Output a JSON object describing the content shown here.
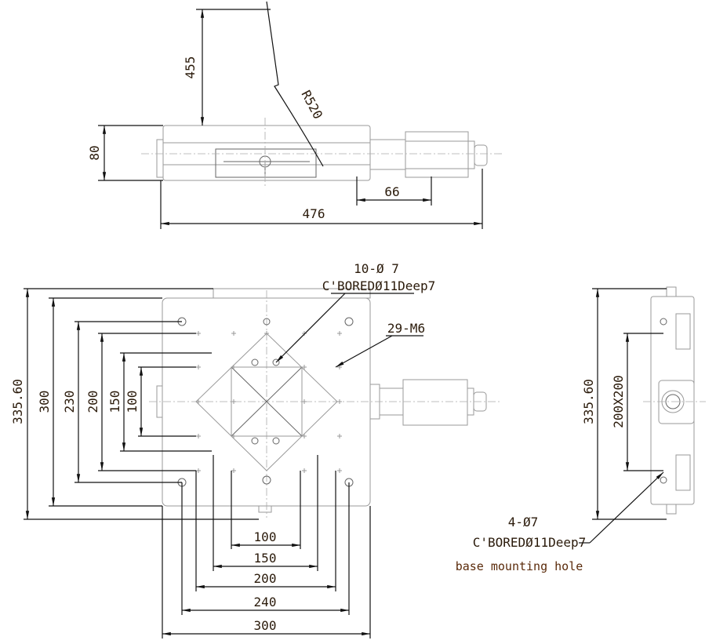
{
  "top_view": {
    "dims": {
      "height_455": "455",
      "height_80": "80",
      "radius": "R520",
      "travel_66": "66",
      "length_476": "476"
    }
  },
  "front_view": {
    "callout_holes": {
      "line1": "10-Ø 7",
      "line2": "C'BOREDØ11Deep7"
    },
    "callout_tapped": "29-M6",
    "vertical_dims": [
      "335.60",
      "300",
      "230",
      "200",
      "150",
      "100"
    ],
    "horizontal_dims": [
      "100",
      "150",
      "200",
      "240",
      "300"
    ]
  },
  "side_view": {
    "dim_height": "335.60",
    "dim_pattern": "200X200",
    "callout": {
      "line1": "4-Ø7",
      "line2": "C'BOREDØ11Deep7",
      "line3": "base mounting hole"
    }
  },
  "colors": {
    "line": "#111111",
    "part": "#9a9a9a",
    "text": "#2a1a0a"
  }
}
